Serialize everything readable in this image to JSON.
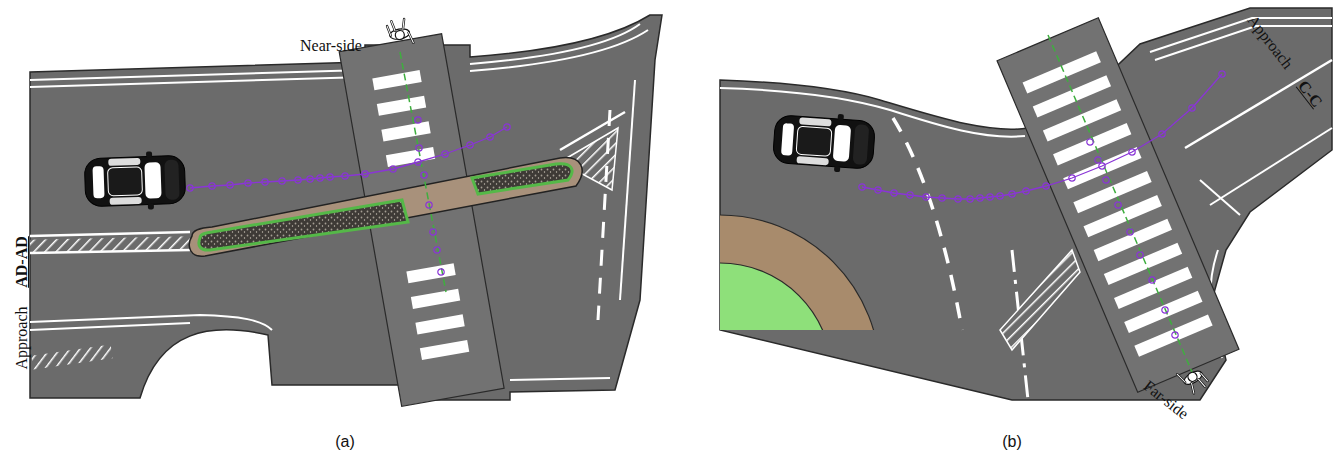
{
  "diagram": {
    "labels": [
      "Near-side",
      "Approach",
      "AD-AD",
      "(a)",
      "Approach",
      "C-C",
      "Far-side",
      "(b)"
    ]
  }
}
